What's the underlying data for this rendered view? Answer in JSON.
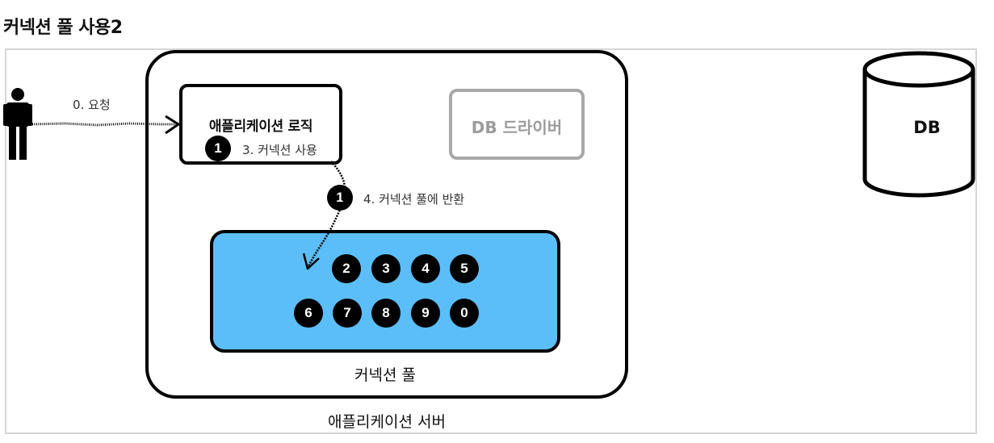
{
  "title": "커넥션 풀 사용2",
  "server": {
    "label": "애플리케이션 서버"
  },
  "logic": {
    "label": "애플리케이션 로직",
    "step_label": "3. 커넥션 사용",
    "held_connection": "1"
  },
  "driver": {
    "label": "DB 드라이버"
  },
  "request": {
    "label": "0. 요청"
  },
  "return_step": {
    "label": "4. 커넥션 풀에 반환",
    "connection": "1"
  },
  "pool": {
    "label": "커넥션 풀",
    "row1": [
      "2",
      "3",
      "4",
      "5"
    ],
    "row2": [
      "6",
      "7",
      "8",
      "9",
      "0"
    ]
  },
  "db": {
    "label": "DB"
  },
  "colors": {
    "pool_fill": "#5bbef9",
    "driver_border": "#a8a8a8",
    "frame_border": "#d6d6d6"
  },
  "icons": {
    "user": "person-icon",
    "db": "database-cylinder-icon"
  }
}
